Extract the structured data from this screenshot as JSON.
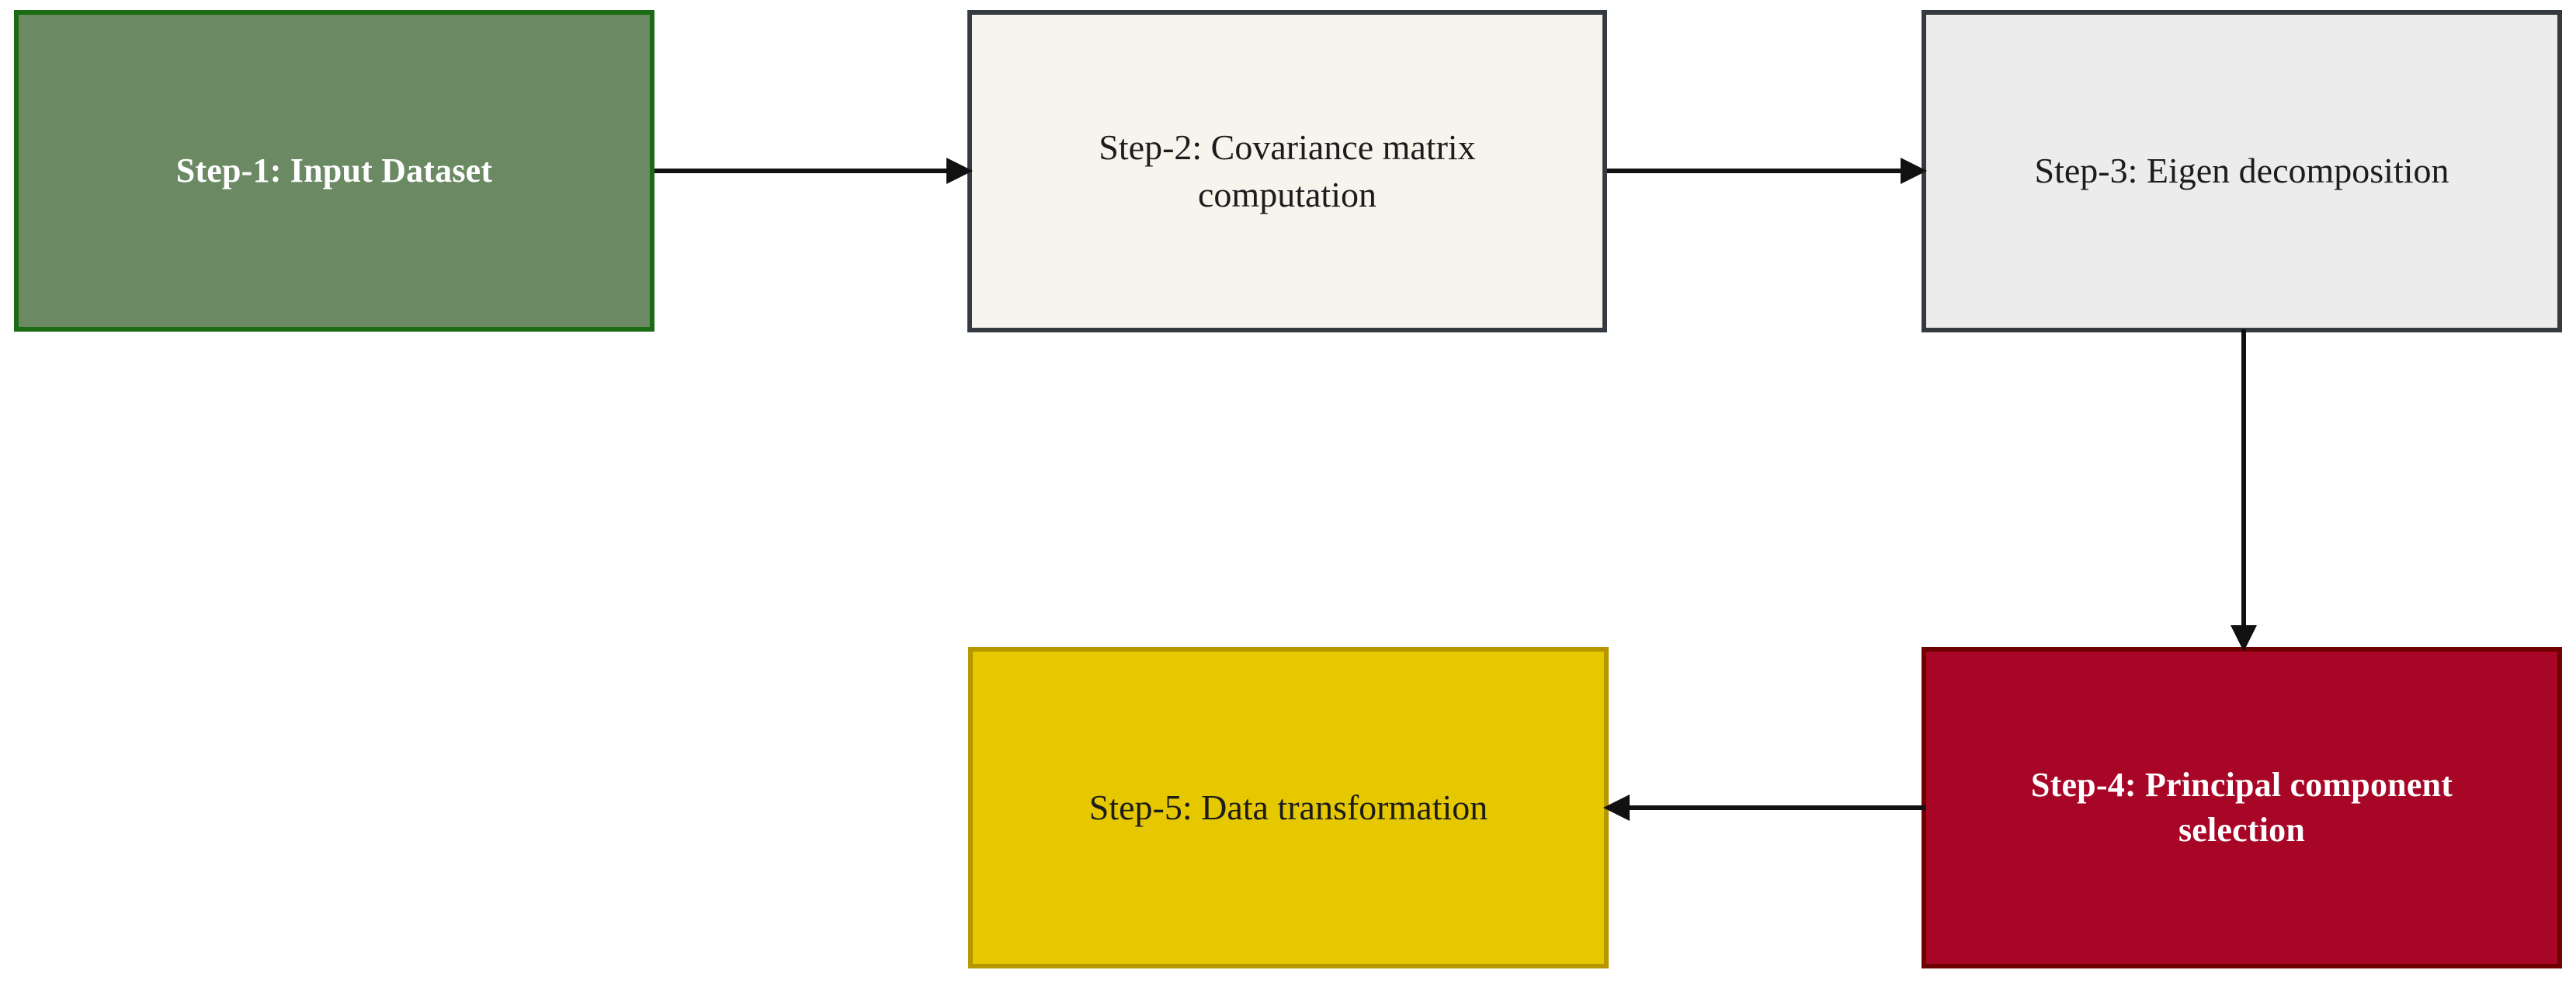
{
  "diagram": {
    "type": "flowchart",
    "orientation": "serpentine-two-rows",
    "background_color": "#FFFFFF",
    "nodes": [
      {
        "id": "step1",
        "label": "Step-1: Input Dataset",
        "fill_color": "#6B8A63",
        "border_color": "#1A6B14",
        "text_color": "#FFFFFF",
        "bold": true,
        "row": 1,
        "column": 1
      },
      {
        "id": "step2",
        "label": "Step-2: Covariance matrix\ncomputation",
        "fill_color": "#F7F4EE",
        "border_color": "#343A40",
        "text_color": "#1C1C1C",
        "bold": false,
        "row": 1,
        "column": 2
      },
      {
        "id": "step3",
        "label": "Step-3: Eigen decomposition",
        "fill_color": "#ECECEC",
        "border_color": "#343A40",
        "text_color": "#1C1C1C",
        "bold": false,
        "row": 1,
        "column": 3
      },
      {
        "id": "step4",
        "label": "Step-4: Principal component\nselection",
        "fill_color": "#A80627",
        "border_color": "#6E0000",
        "text_color": "#FFFFFF",
        "bold": true,
        "row": 2,
        "column": 3
      },
      {
        "id": "step5",
        "label": "Step-5: Data transformation",
        "fill_color": "#E5C800",
        "border_color": "#B79700",
        "text_color": "#1C1C1C",
        "bold": false,
        "row": 2,
        "column": 2
      }
    ],
    "edges": [
      {
        "id": "edge-1-2",
        "from": "step1",
        "to": "step2",
        "direction": "right",
        "color": "#111111",
        "arrowhead": "solid-triangle"
      },
      {
        "id": "edge-2-3",
        "from": "step2",
        "to": "step3",
        "direction": "right",
        "color": "#111111",
        "arrowhead": "solid-triangle"
      },
      {
        "id": "edge-3-4",
        "from": "step3",
        "to": "step4",
        "direction": "down",
        "color": "#111111",
        "arrowhead": "solid-triangle"
      },
      {
        "id": "edge-4-5",
        "from": "step4",
        "to": "step5",
        "direction": "left",
        "color": "#111111",
        "arrowhead": "solid-triangle"
      }
    ]
  }
}
